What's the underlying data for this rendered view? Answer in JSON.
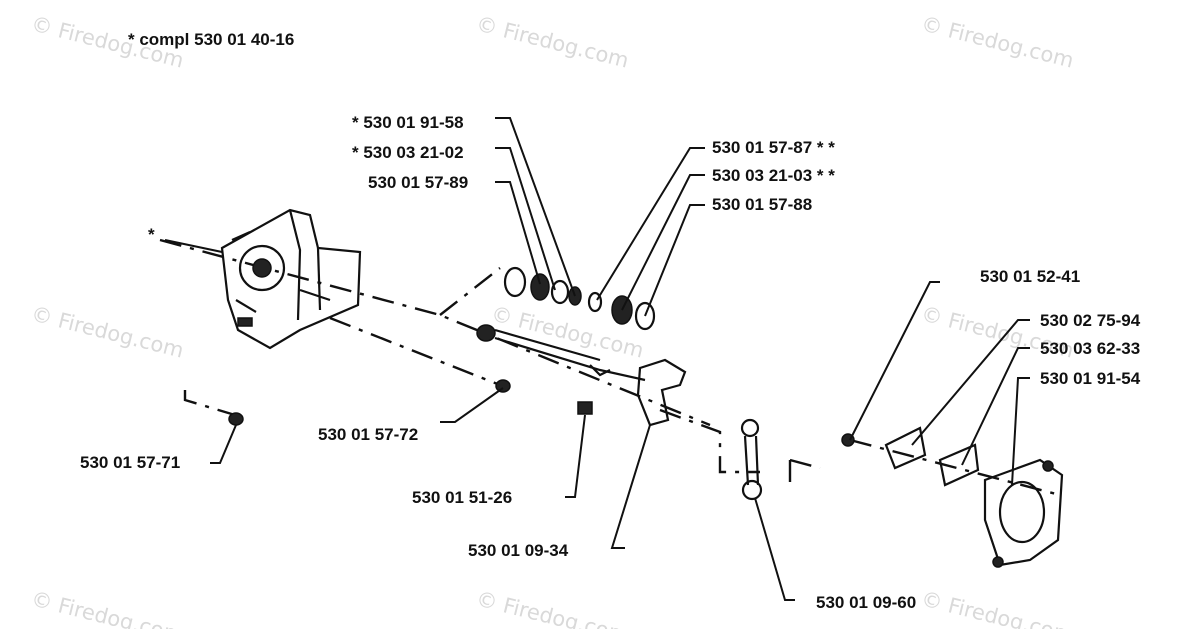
{
  "header_note": "* compl 530 01 40-16",
  "watermark": "© Firedog.com",
  "labels": {
    "p_91_58": "* 530 01 91-58",
    "p_21_02": "* 530 03 21-02",
    "p_57_89": "530 01 57-89",
    "p_57_87": "530 01 57-87 * *",
    "p_21_03": "530 03 21-03 * *",
    "p_57_88": "530 01 57-88",
    "p_52_41": "530 01 52-41",
    "p_75_94": "530 02 75-94",
    "p_62_33": "530 03 62-33",
    "p_91_54": "530 01 91-54",
    "p_57_72": "530 01 57-72",
    "p_57_71": "530 01 57-71",
    "p_51_26": "530 01 51-26",
    "p_09_34": "530 01 09-34",
    "p_09_60": "530 01 09-60",
    "star": "*"
  }
}
